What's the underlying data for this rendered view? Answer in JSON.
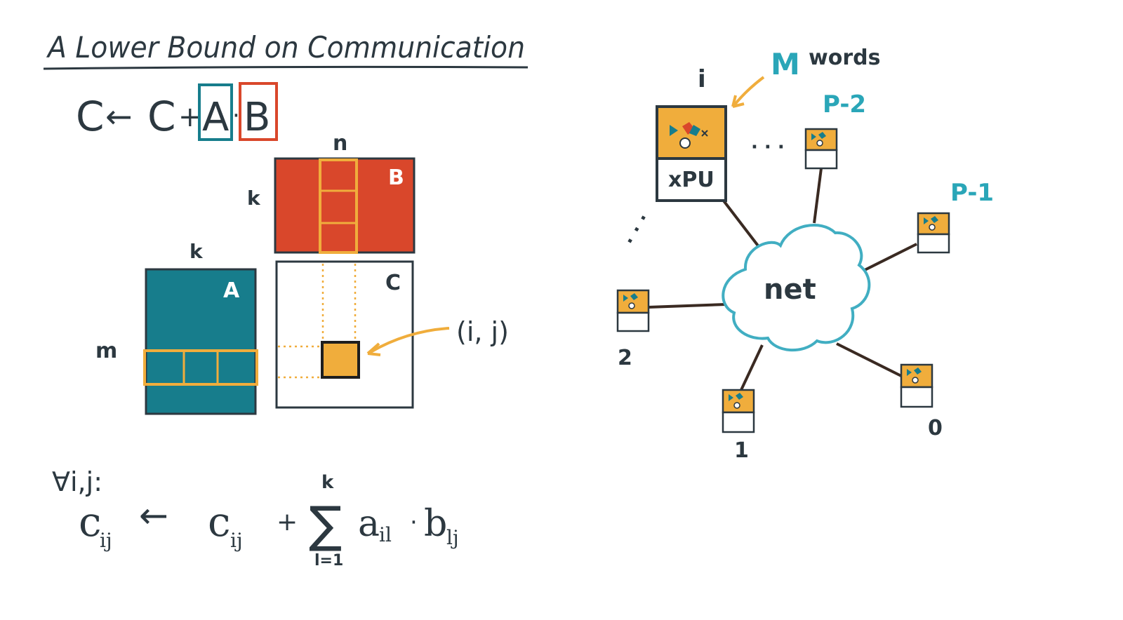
{
  "title": "A Lower Bound on Communication",
  "update_rule": {
    "lhs": "C",
    "arrow": "←",
    "rhs_c": "C",
    "plus": "+",
    "a": "A",
    "dot": "·",
    "b": "B"
  },
  "matrices": {
    "a": {
      "label": "A",
      "rows_label": "m",
      "cols_label": "k"
    },
    "b": {
      "label": "B",
      "rows_label": "k",
      "cols_label": "n"
    },
    "c": {
      "label": "C"
    },
    "element_label": "(i, j)"
  },
  "formula": {
    "quantifier": "∀i,j:",
    "lhs": "c",
    "lhs_sub": "ij",
    "arrow": "←",
    "rhs": "c",
    "rhs_sub": "ij",
    "plus": "+",
    "sigma": "∑",
    "upper": "k",
    "lower": "l=1",
    "term_a": "a",
    "term_a_sub": "il",
    "dot": "·",
    "term_b": "b",
    "term_b_sub": "lj"
  },
  "network": {
    "memory_label_m": "M",
    "memory_label_words": "words",
    "node_i_label": "i",
    "processor_label": "xPU",
    "cloud_label": "net",
    "nodes": [
      {
        "label": "P-2"
      },
      {
        "label": "P-1"
      },
      {
        "label": "0"
      },
      {
        "label": "1"
      },
      {
        "label": "2"
      }
    ],
    "ellipsis": "· · ·",
    "ellipsis_left": "· · ·"
  },
  "colors": {
    "teal": "#177d8c",
    "red": "#d9472b",
    "orange": "#f0ad3c",
    "ink": "#2c3840",
    "cloud": "#41aec2",
    "link": "#3a2a22"
  }
}
